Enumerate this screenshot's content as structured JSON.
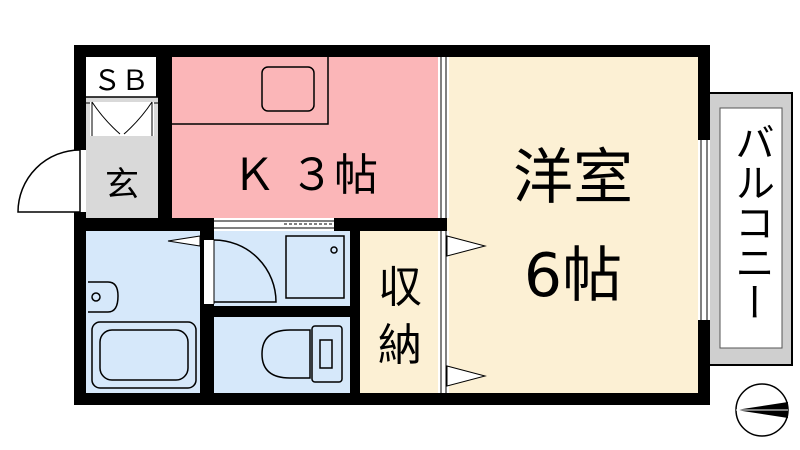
{
  "rooms": {
    "sb": "ＳＢ",
    "entrance": "玄",
    "kitchen": "Ｋ ３帖",
    "western_room_line1": "洋室",
    "western_room_line2": "6帖",
    "storage_line1": "収",
    "storage_line2": "納",
    "balcony": "バルコニー"
  },
  "colors": {
    "wall": "#000000",
    "kitchen": "#fbb6b8",
    "western_room": "#fcf0d4",
    "storage": "#fcf0d4",
    "bath": "#d6e8fa",
    "entrance": "#d9d9d9",
    "balcony_outer": "#cfcfcf",
    "balcony_inner": "#ffffff",
    "door_frame": "#bfbfbf"
  },
  "icons": {
    "compass": "north-arrow-icon",
    "stove": "stove-icon",
    "toilet": "toilet-icon",
    "bathtub": "bathtub-icon",
    "sink": "sink-icon",
    "washer": "washing-machine-icon"
  }
}
